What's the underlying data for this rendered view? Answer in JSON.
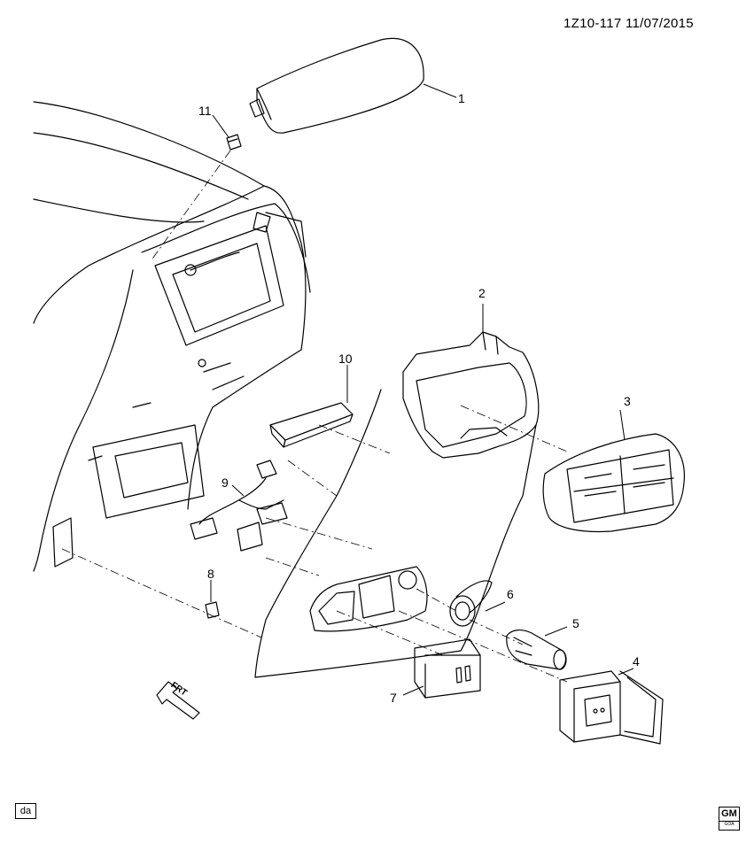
{
  "header": {
    "doc_id_date": "1Z10-117  11/07/2015"
  },
  "callouts": [
    "1",
    "2",
    "3",
    "4",
    "5",
    "6",
    "7",
    "8",
    "9",
    "10",
    "11"
  ],
  "front_indicator": "FRT",
  "footer": {
    "tag": "da",
    "logo_text": "GM",
    "logo_sub": "GOA"
  },
  "colors": {
    "line": "#000000",
    "background": "#ffffff"
  }
}
